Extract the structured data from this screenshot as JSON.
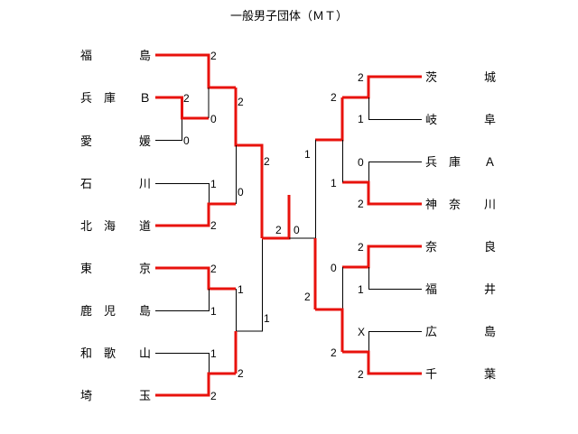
{
  "title": "一般男子団体（ＭＴ）",
  "colors": {
    "winner": "#e8120c",
    "line": "#000000"
  },
  "left_teams": [
    {
      "l": "福",
      "r": "島"
    },
    {
      "l": "兵　庫",
      "r": "Ｂ"
    },
    {
      "l": "愛",
      "r": "媛"
    },
    {
      "l": "石",
      "r": "川"
    },
    {
      "l": "北　海",
      "r": "道"
    },
    {
      "l": "東",
      "r": "京"
    },
    {
      "l": "鹿　児",
      "r": "島"
    },
    {
      "l": "和　歌",
      "r": "山"
    },
    {
      "l": "埼",
      "r": "玉"
    }
  ],
  "right_teams": [
    {
      "l": "茨",
      "r": "城"
    },
    {
      "l": "岐",
      "r": "阜"
    },
    {
      "l": "兵　庫",
      "r": "Ａ"
    },
    {
      "l": "神　奈",
      "r": "川"
    },
    {
      "l": "奈",
      "r": "良"
    },
    {
      "l": "福",
      "r": "井"
    },
    {
      "l": "広",
      "r": "島"
    },
    {
      "l": "千",
      "r": "葉"
    }
  ],
  "scores": {
    "fukushima": "2",
    "hyogo_b": "2",
    "ehime": "0",
    "hyogo_b_r2": "0",
    "fukushima_r2": "2",
    "ishikawa": "1",
    "hokkaido": "2",
    "hokkaido_r2": "0",
    "left_top_semi": "2",
    "tokyo": "2",
    "kagoshima": "1",
    "tokyo_r2": "1",
    "wakayama": "1",
    "saitama": "2",
    "saitama_r2": "2",
    "left_bottom_semi": "1",
    "final_left": "2",
    "final_right": "0",
    "ibaraki": "2",
    "gifu": "1",
    "hyogo_a": "0",
    "kanagawa": "2",
    "ibaraki_r2": "2",
    "kanagawa_r2": "1",
    "right_top_semi": "1",
    "nara": "2",
    "fukui": "1",
    "hiroshima": "X",
    "chiba": "2",
    "nara_r2": "0",
    "chiba_r2": "2",
    "right_bottom_semi": "2"
  }
}
